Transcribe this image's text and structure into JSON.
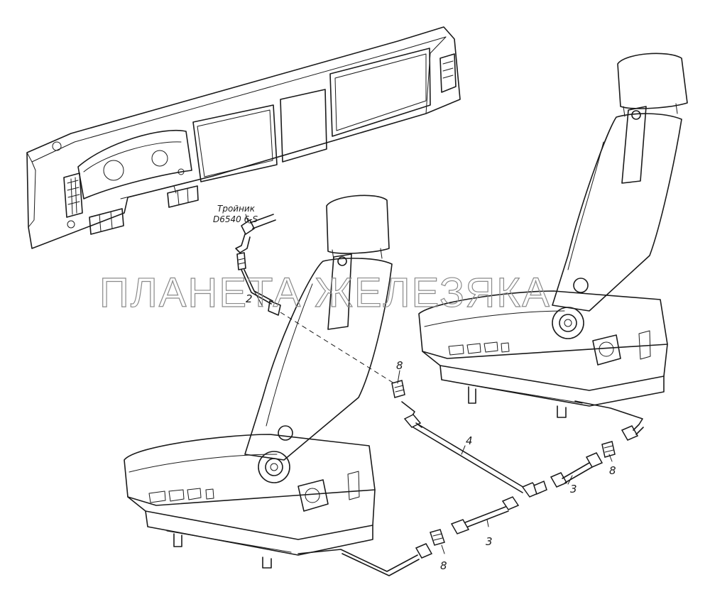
{
  "callouts": {
    "c2": "2",
    "c3a": "3",
    "c3b": "3",
    "c4": "4",
    "c8a": "8",
    "c8b": "8",
    "c8c": "8"
  },
  "tee_note": {
    "line1": "Тройник",
    "line2": "D6540 6-S"
  },
  "watermark": "ПЛАНЕТА ЖЕЛЕЗЯКА"
}
